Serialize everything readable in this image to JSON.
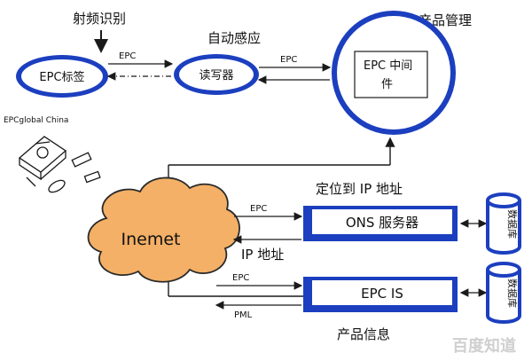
{
  "labels": {
    "rfid": "射频识别",
    "auto_sense": "自动感应",
    "product_mgmt": "产品管理",
    "epc_tag": "EPC标签",
    "reader": "读写器",
    "epc_arrow_1": "EPC",
    "epc_arrow_2": "EPC",
    "middleware_line1": "EPC 中间",
    "middleware_line2": "件",
    "epcglobal": "EPCglobal China",
    "internet": "Inemet",
    "locate_ip": "定位到 IP 地址",
    "epc_to_ons": "EPC",
    "ons_server": "ONS 服务器",
    "ip_back": "IP 地址",
    "database_1": "数据库",
    "epc_to_is": "EPC",
    "epc_is": "EPC IS",
    "pml": "PML",
    "database_2": "数据库",
    "product_info": "产品信息",
    "watermark": "百度知道"
  },
  "colors": {
    "node_fill": "#1c3fbf",
    "node_inner": "#ffffff",
    "line": "#1a1a1a",
    "cloud": "#f3b066"
  }
}
